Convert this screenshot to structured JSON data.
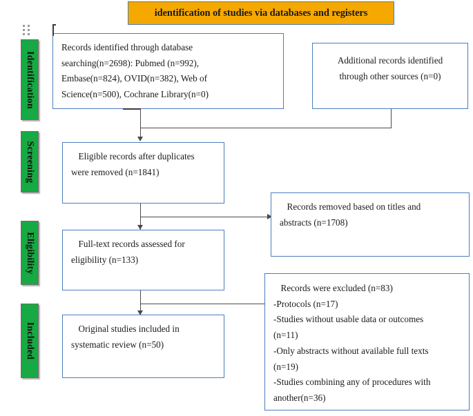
{
  "banner": {
    "title": "identification of studies via databases and registers",
    "color": "#F5A800"
  },
  "stages": [
    {
      "label": "Identification"
    },
    {
      "label": "Screening"
    },
    {
      "label": "Eligibility"
    },
    {
      "label": "Included"
    }
  ],
  "stage_color": "#17A943",
  "box_border_color": "#4a7ebb",
  "boxes": {
    "records_identified": {
      "line1": "Records identified through database",
      "line2": "searching(n=2698): Pubmed (n=992),",
      "line3": "Embase(n=824), OVID(n=382), Web of",
      "line4": "Science(n=500), Cochrane Library(n=0)"
    },
    "additional_records": {
      "line1": "Additional records identified",
      "line2": "through other sources (n=0)"
    },
    "eligible_records": {
      "line1": "Eligible records after duplicates",
      "line2": "were removed (n=1841)"
    },
    "records_removed": {
      "line1": "Records removed based on titles and",
      "line2": "abstracts (n=1708)"
    },
    "fulltext_assessed": {
      "line1": "Full-text records assessed for",
      "line2": "eligibility (n=133)"
    },
    "original_included": {
      "line1": "Original studies included in",
      "line2": "systematic review (n=50)"
    },
    "records_excluded": {
      "line1": "Records were excluded (n=83)",
      "line2": "-Protocols (n=17)",
      "line3": "-Studies without usable data or outcomes",
      "line4": "(n=11)",
      "line5": "-Only abstracts without available full texts",
      "line6": "(n=19)",
      "line7": "-Studies combining any of procedures with",
      "line8": "another(n=36)"
    }
  },
  "counts": {
    "total_identified": 2698,
    "pubmed": 992,
    "embase": 824,
    "ovid": 382,
    "web_of_science": 500,
    "cochrane_library": 0,
    "additional_sources": 0,
    "after_duplicates": 1841,
    "removed_titles_abstracts": 1708,
    "fulltext_assessed": 133,
    "excluded_total": 83,
    "excluded_protocols": 17,
    "excluded_no_usable_data": 11,
    "excluded_abstract_only": 19,
    "excluded_combined_procedures": 36,
    "included_studies": 50
  }
}
